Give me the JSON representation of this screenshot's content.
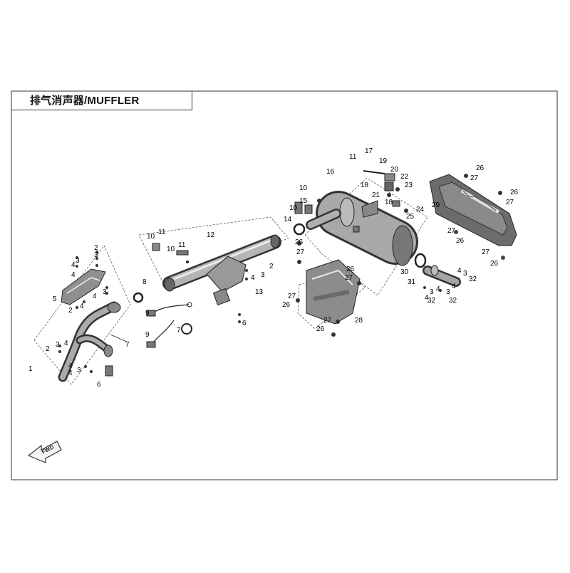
{
  "page": {
    "title": "排气消声器/MUFFLER",
    "fwd_label": "FWD"
  },
  "callouts": [
    "1",
    "2",
    "3",
    "4",
    "5",
    "6",
    "7",
    "8",
    "9",
    "10",
    "11",
    "12",
    "13",
    "14",
    "15",
    "16",
    "17",
    "18",
    "19",
    "20",
    "21",
    "22",
    "23",
    "24",
    "25",
    "26",
    "27",
    "28",
    "29",
    "30",
    "31",
    "32"
  ],
  "colors": {
    "line": "#222222",
    "part_fill": "#9a9a9a",
    "part_dark": "#6e6e6e"
  }
}
